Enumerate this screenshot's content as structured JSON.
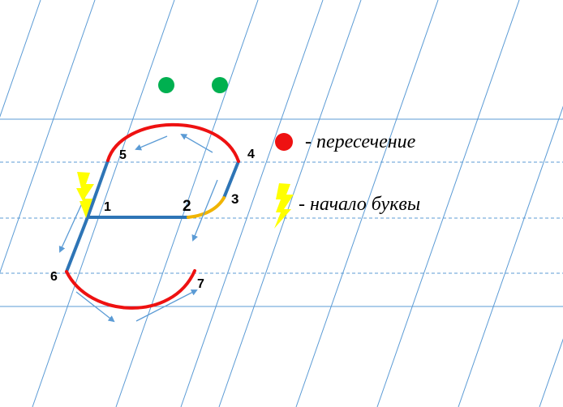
{
  "points": [
    {
      "id": "p1",
      "label": "1"
    },
    {
      "id": "p2",
      "label": "2"
    },
    {
      "id": "p3",
      "label": "3"
    },
    {
      "id": "p4",
      "label": "4"
    },
    {
      "id": "p5",
      "label": "5"
    },
    {
      "id": "p6",
      "label": "6"
    },
    {
      "id": "p7",
      "label": "7"
    }
  ],
  "legend": {
    "intersection": "- пересечение",
    "letter_start": "- начало буквы"
  },
  "colors": {
    "grid": "#5b9bd5",
    "stroke_main": "#2e75b6",
    "stroke_intersection": "#ee1111",
    "stroke_hook": "#f0b400",
    "dot_green": "#00b050",
    "lightning": "#ffff00",
    "arrow": "#5b9bd5"
  },
  "icons": {
    "intersection": "red-dot",
    "letter_start": "lightning-bolt",
    "extra_marks": "green-dots"
  }
}
